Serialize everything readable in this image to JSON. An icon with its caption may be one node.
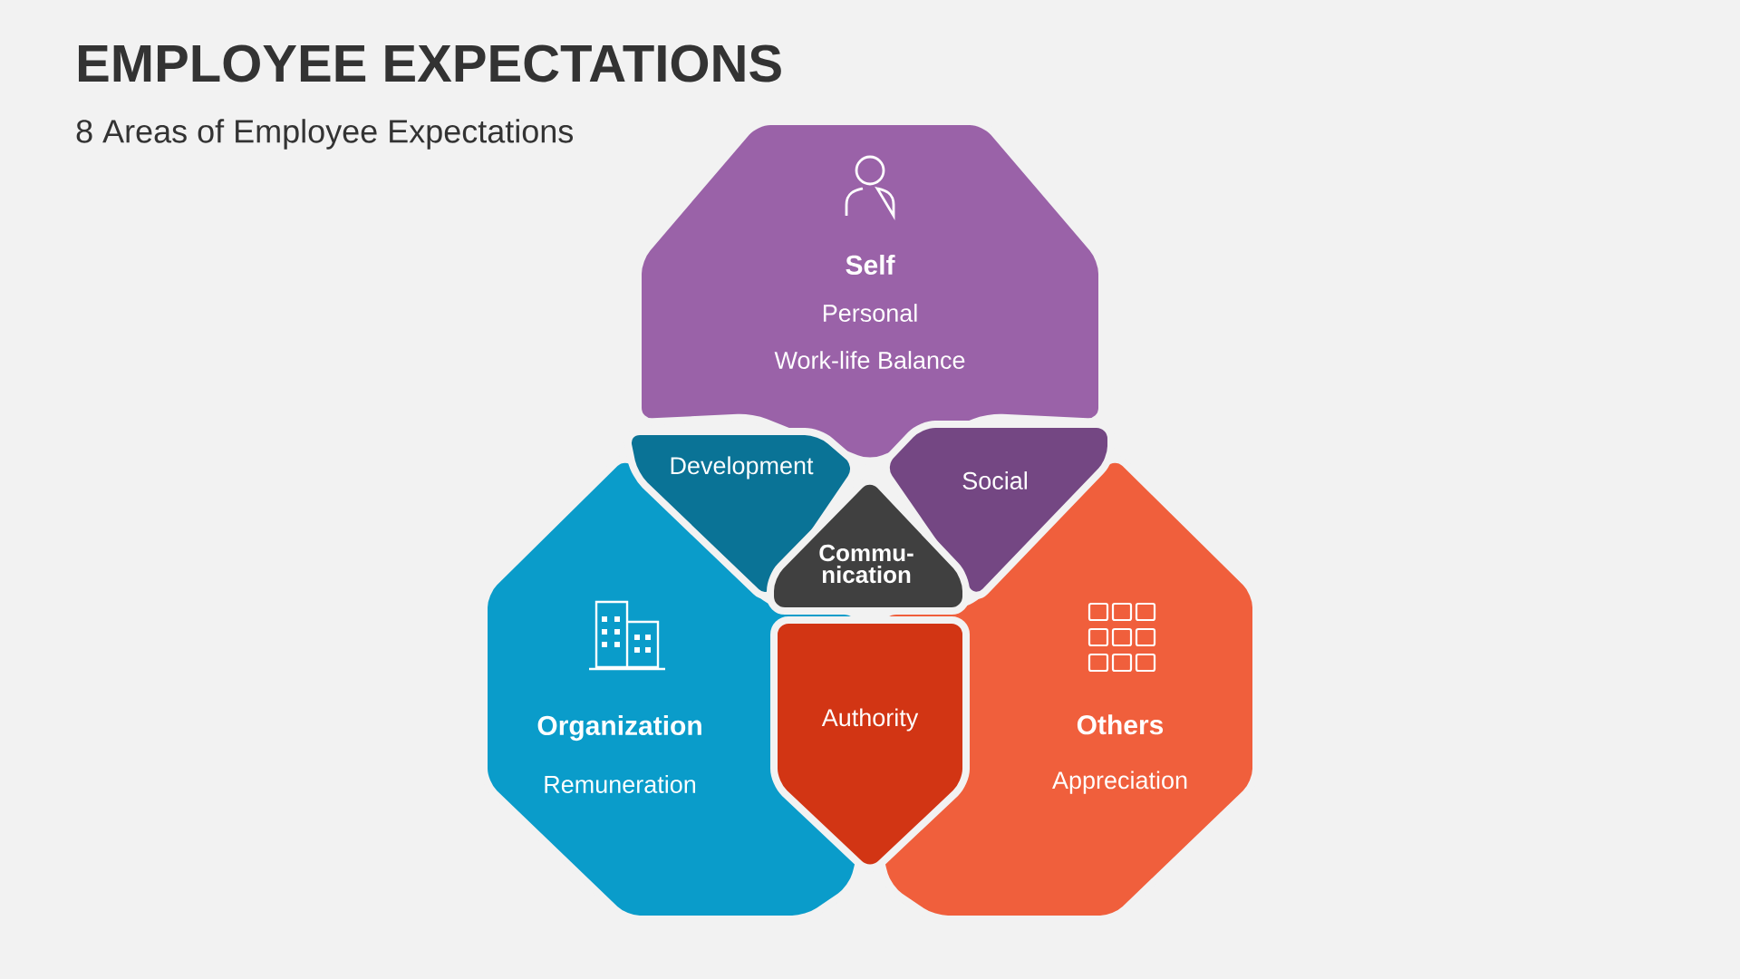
{
  "diagram": {
    "title": "EMPLOYEE EXPECTATIONS",
    "nodes": [
      {
        "text": [
          "Self",
          "Personal",
          "Work-life Balance"
        ]
      },
      {
        "text": [
          "Development"
        ]
      },
      {
        "text": [
          "Social"
        ]
      },
      {
        "text": [
          "Commu- nication"
        ]
      },
      {
        "text": [
          "Organization",
          "Remuneration"
        ]
      },
      {
        "text": [
          "Authority"
        ]
      },
      {
        "text": [
          "Others",
          "Appreciation"
        ]
      }
    ],
    "labels": [
      "8 Areas of Employee Expectations"
    ]
  }
}
